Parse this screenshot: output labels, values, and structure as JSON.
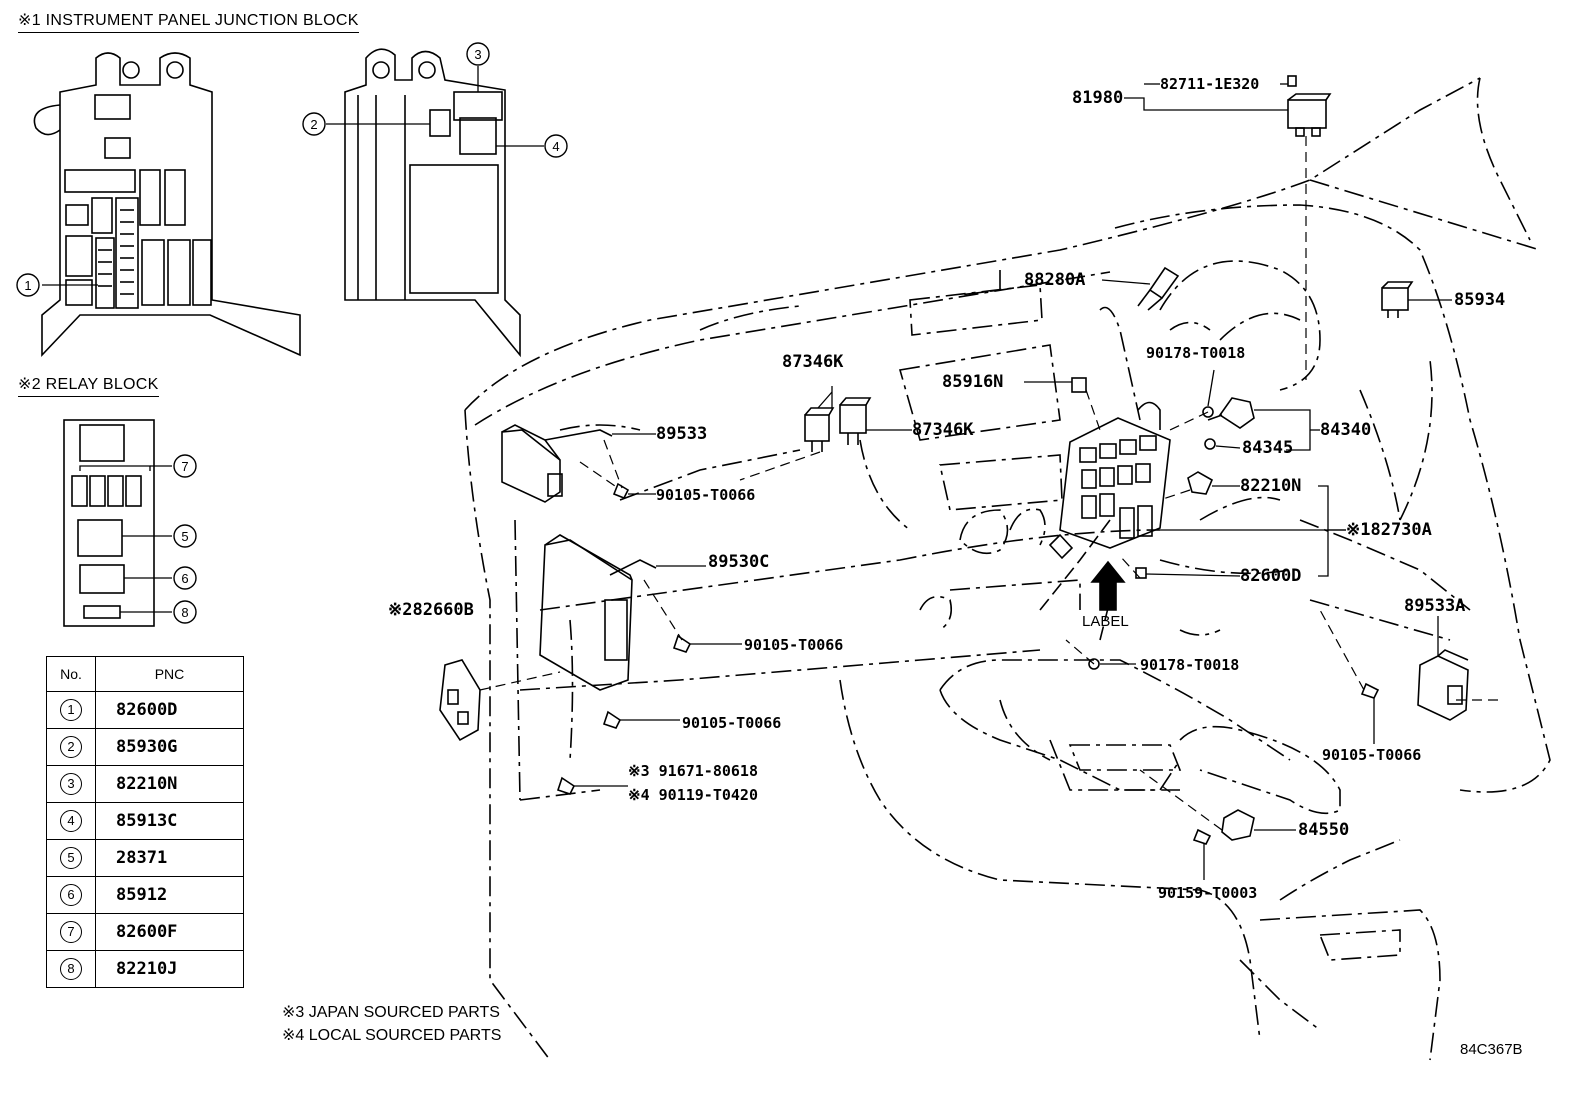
{
  "headings": {
    "junction_block": "※1 INSTRUMENT PANEL JUNCTION BLOCK",
    "relay_block": "※2 RELAY BLOCK"
  },
  "table": {
    "col_no": "No.",
    "col_pnc": "PNC",
    "rows": [
      {
        "no": "1",
        "pnc": "82600D"
      },
      {
        "no": "2",
        "pnc": "85930G"
      },
      {
        "no": "3",
        "pnc": "82210N"
      },
      {
        "no": "4",
        "pnc": "85913C"
      },
      {
        "no": "5",
        "pnc": "28371"
      },
      {
        "no": "6",
        "pnc": "85912"
      },
      {
        "no": "7",
        "pnc": "82600F"
      },
      {
        "no": "8",
        "pnc": "82210J"
      }
    ]
  },
  "circle_markers": [
    "1",
    "2",
    "3",
    "4",
    "5",
    "6",
    "7",
    "8"
  ],
  "callouts": {
    "p81980": "81980",
    "p82711": "82711-1E320",
    "p88280a": "88280A",
    "p85934": "85934",
    "p87346k_1": "87346K",
    "p85916n": "85916N",
    "p87346k_2": "87346K",
    "p89533": "89533",
    "p90178_1": "90178-T0018",
    "p84340": "84340",
    "p84345": "84345",
    "p82210n": "82210N",
    "p90105_1": "90105-T0066",
    "p82730a": "※182730A",
    "p89530c": "89530C",
    "p82600d": "82600D",
    "p82660b": "※282660B",
    "p89533a": "89533A",
    "p90105_2": "90105-T0066",
    "p90178_2": "90178-T0018",
    "p90105_3": "90105-T0066",
    "p90105_4": "90105-T0066",
    "p91671": "※3 91671-80618",
    "p90119": "※4 90119-T0420",
    "p84550": "84550",
    "p90159": "90159-T0003"
  },
  "label_word": "LABEL",
  "footnotes": {
    "note3": "※3 JAPAN SOURCED PARTS",
    "note4": "※4 LOCAL SOURCED PARTS"
  },
  "figure_code": "84C367B"
}
